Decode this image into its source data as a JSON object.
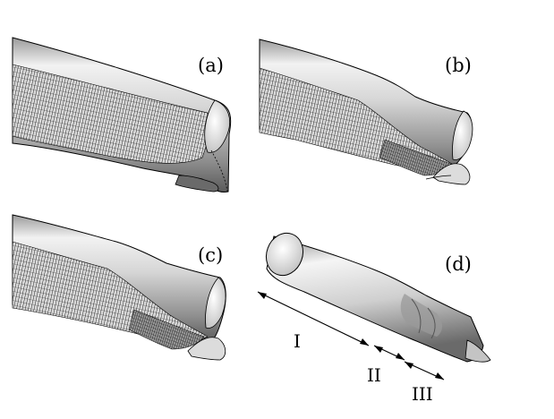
{
  "panels": [
    {
      "label": "(a)"
    },
    {
      "label": "(b)"
    },
    {
      "label": "(c)"
    },
    {
      "label": "(d)"
    }
  ],
  "regions": [
    {
      "label": "I"
    },
    {
      "label": "II"
    },
    {
      "label": "III"
    }
  ],
  "colors": {
    "surface_light": "#f4f4f4",
    "surface_mid": "#c8c8c8",
    "surface_dark": "#6a6a6a",
    "mesh": "#1a1a1a",
    "outline": "#000000",
    "background": "#ffffff"
  }
}
